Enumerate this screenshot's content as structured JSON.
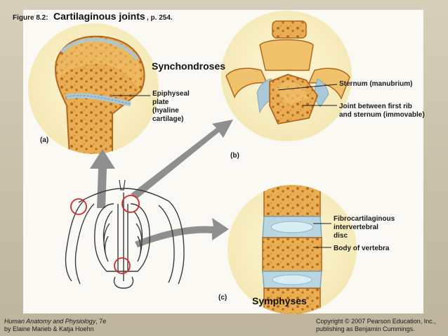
{
  "figure": {
    "number": "Figure 8.2",
    "colon": ":",
    "title": "Cartilaginous joints",
    "page_ref": ", p. 254."
  },
  "sections": {
    "synchondroses": "Synchondroses",
    "symphyses": "Symphyses"
  },
  "labels": {
    "epiphyseal": [
      "Epiphyseal",
      "plate",
      "(hyaline",
      "cartilage)"
    ],
    "sternum": "Sternum (manubrium)",
    "joint_line1": "Joint between first rib",
    "joint_line2": "and sternum (immovable)",
    "fibro": [
      "Fibrocartilaginous",
      "intervertebral",
      "disc"
    ],
    "vertebra": "Body of vertebra",
    "a": "(a)",
    "b": "(b)",
    "c": "(c)"
  },
  "footer": {
    "book_title": "Human Anatomy and Physiology",
    "book_edition": ", 7e",
    "authors": "by Elaine Marieb & Katja Hoehn",
    "copyright": "Copyright © 2007 Pearson Education, Inc.,",
    "publisher": "publishing as Benjamin Cummings."
  },
  "colors": {
    "bone": "#e8b35a",
    "bone_dark": "#c07a26",
    "cartilage": "#a9c9d8",
    "arrow": "#8f8f8f",
    "highlight_ring": "#d02a2a"
  }
}
